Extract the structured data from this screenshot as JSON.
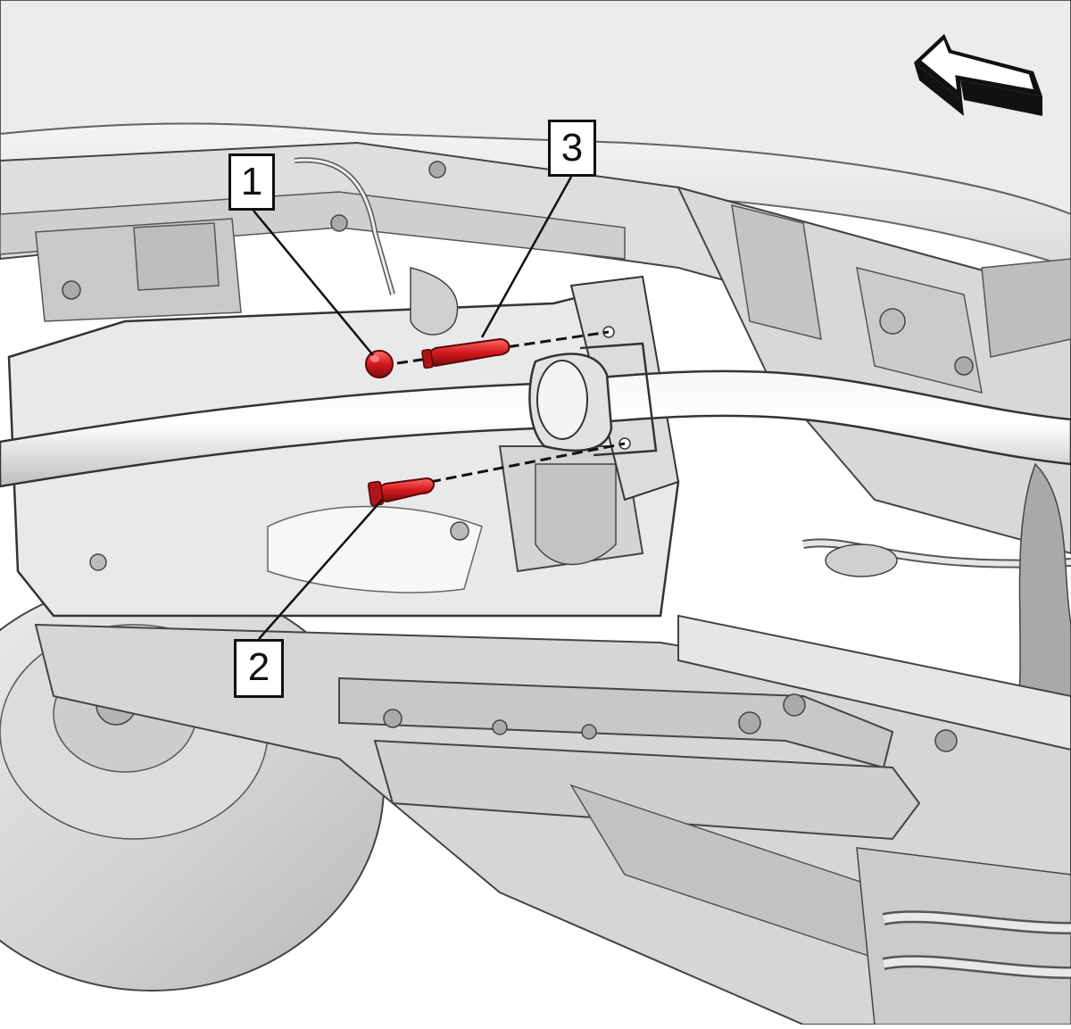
{
  "callouts": {
    "one": "1",
    "two": "2",
    "three": "3"
  },
  "colors": {
    "highlight_fastener": "#c8171c",
    "line_art": "#111111",
    "metal_light": "#e6e6e6",
    "metal_mid": "#cfcfcf",
    "metal_dark": "#9a9a9a"
  },
  "icons": {
    "direction": "forward-arrow-icon"
  }
}
